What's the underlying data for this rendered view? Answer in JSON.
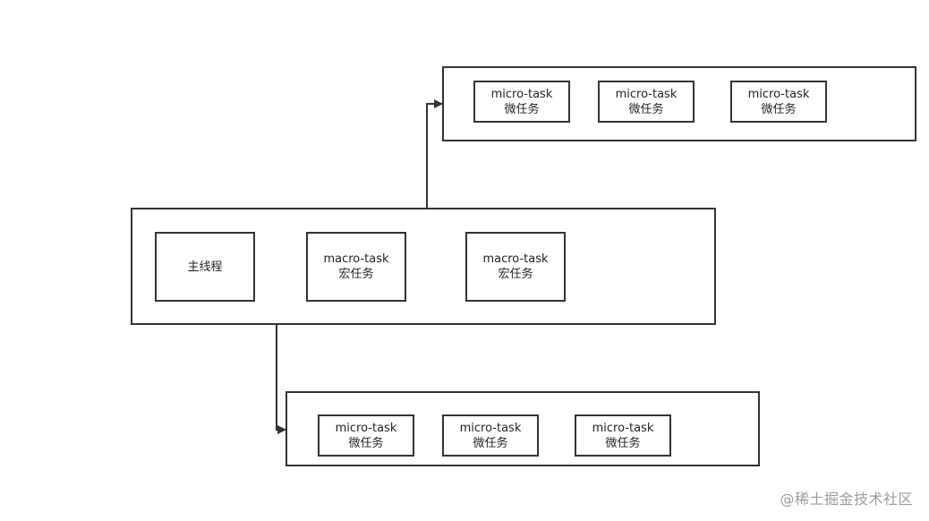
{
  "main_thread": {
    "label": "主线程"
  },
  "macro_tasks": [
    {
      "en": "macro-task",
      "zh": "宏任务"
    },
    {
      "en": "macro-task",
      "zh": "宏任务"
    }
  ],
  "micro_tasks_top": [
    {
      "en": "micro-task",
      "zh": "微任务"
    },
    {
      "en": "micro-task",
      "zh": "微任务"
    },
    {
      "en": "micro-task",
      "zh": "微任务"
    }
  ],
  "micro_tasks_bottom": [
    {
      "en": "micro-task",
      "zh": "微任务"
    },
    {
      "en": "micro-task",
      "zh": "微任务"
    },
    {
      "en": "micro-task",
      "zh": "微任务"
    }
  ],
  "watermark": "@稀土掘金技术社区"
}
